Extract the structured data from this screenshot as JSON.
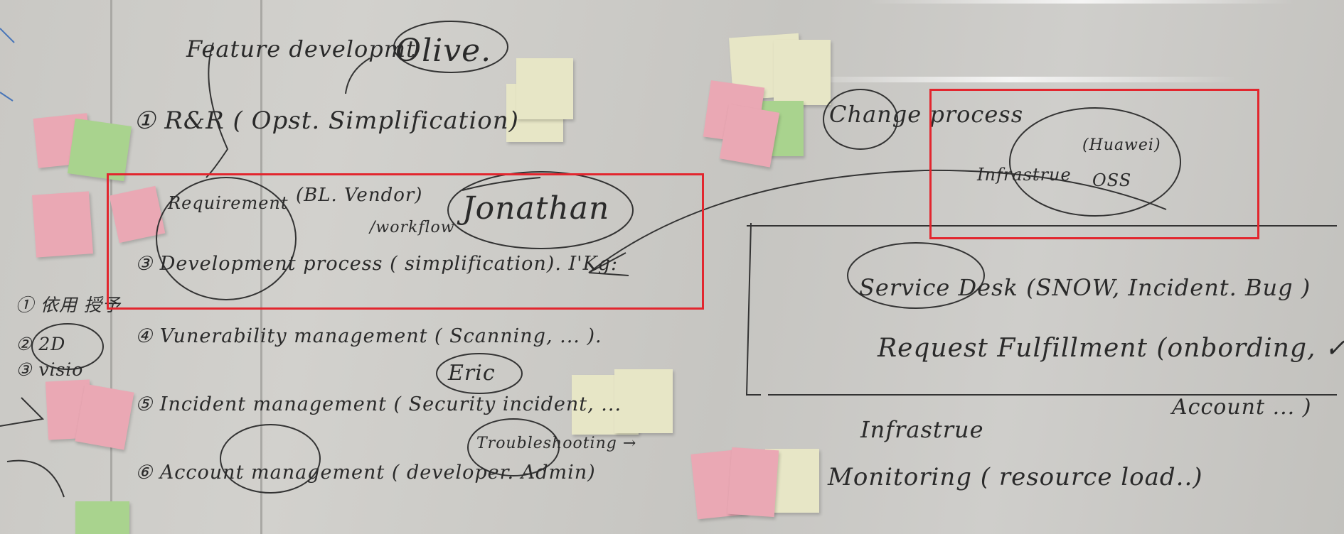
{
  "board": {
    "feature_dev": "Feature developmt",
    "olive": "Olive.",
    "item1": "① R&R ( Opst. Simplification)",
    "requirement": "Requirement",
    "bl_vendor": "(BL. Vendor)",
    "workflow": "/workflow",
    "jonathan": "Jonathan",
    "item3": "③ Development process ( simplification). I'Kg:",
    "item4": "④ Vunerability management ( Scanning, ... ).",
    "eric": "Eric",
    "item5": "⑤ Incident management ( Security incident, ...",
    "troubleshooting": "Troubleshooting →",
    "item6": "⑥ Account management ( developer. Admin)",
    "left1": "① 依用 授予",
    "left2": "② 2D",
    "left3": "③ visio",
    "change_process": "Change process",
    "huawei": "(Huawei)",
    "infrastrue": "Infrastrue",
    "oss": "OSS",
    "service_desk": "Service Desk (SNOW, Incident. Bug )",
    "request": "Request Fulfillment (onbording, ✓",
    "account": "Account ... )",
    "infrastrue2": "Infrastrue",
    "monitoring": "Monitoring ( resource load..)"
  },
  "colors": {
    "highlight": "#e2262e",
    "sticky_pink": "#eaa8b4",
    "sticky_green": "#a9d38e",
    "sticky_yellow": "#e7e6c6",
    "ink": "#2a2a2a"
  }
}
